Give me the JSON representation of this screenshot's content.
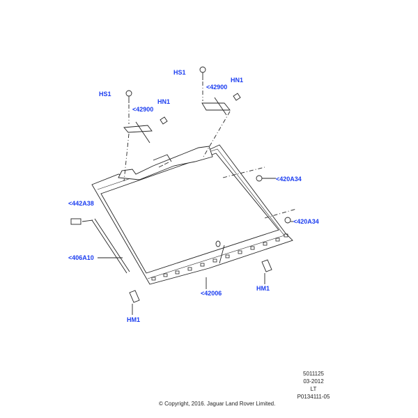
{
  "callouts": {
    "hs1_left": "HS1",
    "c42900_left": "<42900",
    "hn1_left": "HN1",
    "hs1_right": "HS1",
    "c42900_right": "<42900",
    "hn1_right": "HN1",
    "c420a34_upper": "<420A34",
    "c442a38": "<442A38",
    "c420a34_lower": "<420A34",
    "c406a10": "<406A10",
    "c42006": "<42006",
    "hm1_right": "HM1",
    "hm1_left": "HM1"
  },
  "info": {
    "code": "5011125",
    "date": "03-2012",
    "lang": "LT",
    "illustration": "P0134111-05"
  },
  "copyright": "© Copyright, 2016. Jaguar Land Rover Limited.",
  "colors": {
    "callout": "#1a3cf0",
    "line": "#222222"
  }
}
